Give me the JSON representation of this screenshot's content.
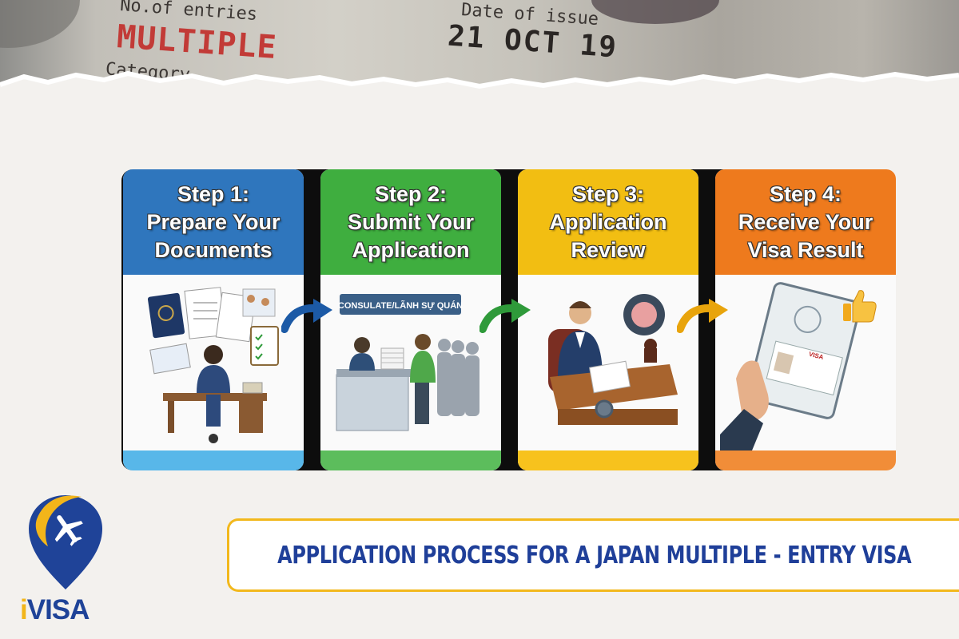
{
  "banner": {
    "entries_label": "No.of entries",
    "entries_value": "MULTIPLE",
    "category_label": "Category",
    "issue_label": "Date of issue",
    "issue_value": "21 OCT 19"
  },
  "steps": [
    {
      "line1": "Step 1:",
      "line2": "Prepare Your",
      "line3": "Documents",
      "color": "#2f76bd"
    },
    {
      "line1": "Step 2:",
      "line2": "Submit Your",
      "line3": "Application",
      "color": "#3fae3f",
      "sign": "CONSULATE/LÃNH SỰ QUÁN"
    },
    {
      "line1": "Step 3:",
      "line2": "Application",
      "line3": "Review",
      "color": "#f2be12"
    },
    {
      "line1": "Step 4:",
      "line2": "Receive Your",
      "line3": "Visa Result",
      "color": "#ee7a1d",
      "visa_tag": "VISA"
    }
  ],
  "logo": {
    "text_i": "i",
    "text_rest": "VISA",
    "colors": {
      "blue": "#1f4398",
      "yellow": "#f2b51a"
    }
  },
  "title": "APPLICATION PROCESS FOR A JAPAN MULTIPLE - ENTRY VISA",
  "colors": {
    "accent": "#f2b81c",
    "title": "#1f3f99"
  }
}
